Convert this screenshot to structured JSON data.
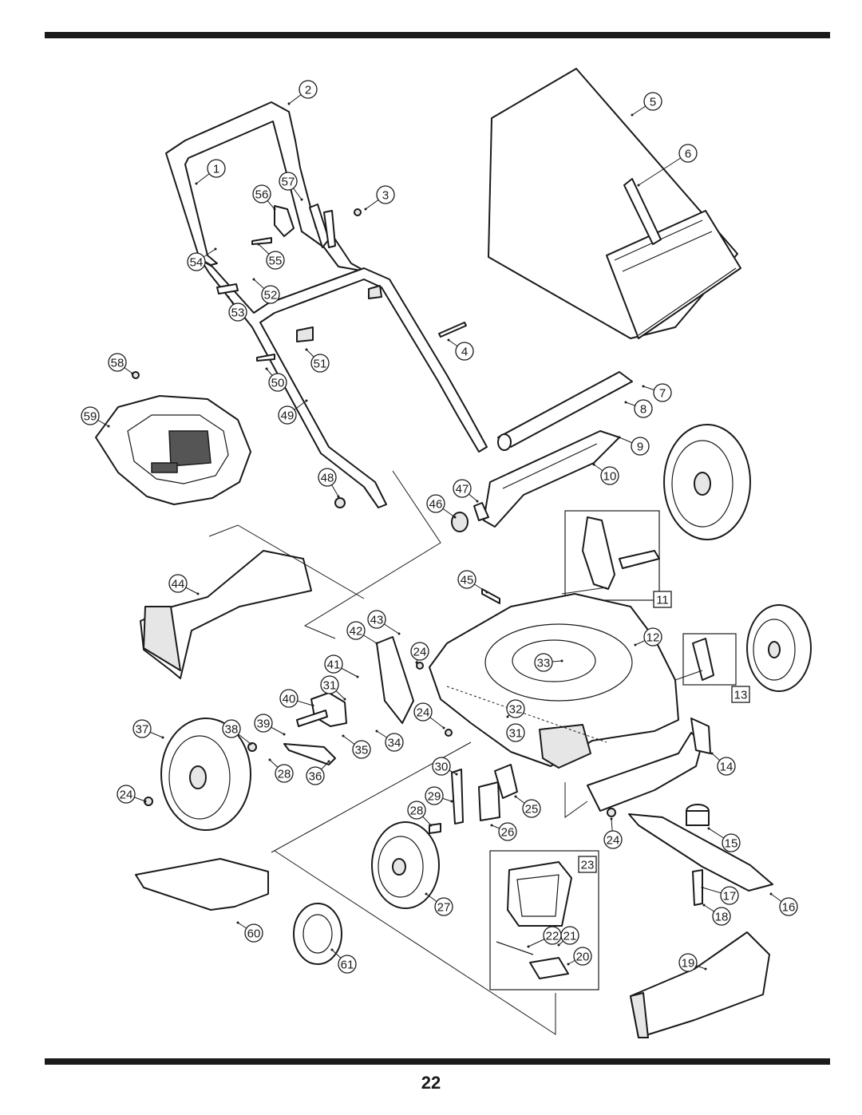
{
  "page": {
    "number": "22"
  },
  "callouts": [
    {
      "id": "c1",
      "label": "1",
      "boxed": false
    },
    {
      "id": "c2",
      "label": "2",
      "boxed": false
    },
    {
      "id": "c3",
      "label": "3",
      "boxed": false
    },
    {
      "id": "c4",
      "label": "4",
      "boxed": false
    },
    {
      "id": "c5",
      "label": "5",
      "boxed": false
    },
    {
      "id": "c6",
      "label": "6",
      "boxed": false
    },
    {
      "id": "c7",
      "label": "7",
      "boxed": false
    },
    {
      "id": "c8",
      "label": "8",
      "boxed": false
    },
    {
      "id": "c9",
      "label": "9",
      "boxed": false
    },
    {
      "id": "c10",
      "label": "10",
      "boxed": false
    },
    {
      "id": "c11",
      "label": "11",
      "boxed": true
    },
    {
      "id": "c12",
      "label": "12",
      "boxed": false
    },
    {
      "id": "c13",
      "label": "13",
      "boxed": true
    },
    {
      "id": "c14",
      "label": "14",
      "boxed": false
    },
    {
      "id": "c15",
      "label": "15",
      "boxed": false
    },
    {
      "id": "c16",
      "label": "16",
      "boxed": false
    },
    {
      "id": "c17",
      "label": "17",
      "boxed": false
    },
    {
      "id": "c18",
      "label": "18",
      "boxed": false
    },
    {
      "id": "c19",
      "label": "19",
      "boxed": false
    },
    {
      "id": "c20",
      "label": "20",
      "boxed": false
    },
    {
      "id": "c21",
      "label": "21",
      "boxed": false
    },
    {
      "id": "c22",
      "label": "22",
      "boxed": false
    },
    {
      "id": "c23",
      "label": "23",
      "boxed": true
    },
    {
      "id": "c24a",
      "label": "24",
      "boxed": false
    },
    {
      "id": "c24b",
      "label": "24",
      "boxed": false
    },
    {
      "id": "c24c",
      "label": "24",
      "boxed": false
    },
    {
      "id": "c24d",
      "label": "24",
      "boxed": false
    },
    {
      "id": "c25",
      "label": "25",
      "boxed": false
    },
    {
      "id": "c26",
      "label": "26",
      "boxed": false
    },
    {
      "id": "c27",
      "label": "27",
      "boxed": false
    },
    {
      "id": "c28a",
      "label": "28",
      "boxed": false
    },
    {
      "id": "c28b",
      "label": "28",
      "boxed": false
    },
    {
      "id": "c29",
      "label": "29",
      "boxed": false
    },
    {
      "id": "c30",
      "label": "30",
      "boxed": false
    },
    {
      "id": "c31a",
      "label": "31",
      "boxed": false
    },
    {
      "id": "c31b",
      "label": "31",
      "boxed": false
    },
    {
      "id": "c32",
      "label": "32",
      "boxed": false
    },
    {
      "id": "c33",
      "label": "33",
      "boxed": false
    },
    {
      "id": "c34",
      "label": "34",
      "boxed": false
    },
    {
      "id": "c35",
      "label": "35",
      "boxed": false
    },
    {
      "id": "c36",
      "label": "36",
      "boxed": false
    },
    {
      "id": "c37",
      "label": "37",
      "boxed": false
    },
    {
      "id": "c38",
      "label": "38",
      "boxed": false
    },
    {
      "id": "c39",
      "label": "39",
      "boxed": false
    },
    {
      "id": "c40",
      "label": "40",
      "boxed": false
    },
    {
      "id": "c41",
      "label": "41",
      "boxed": false
    },
    {
      "id": "c42",
      "label": "42",
      "boxed": false
    },
    {
      "id": "c43",
      "label": "43",
      "boxed": false
    },
    {
      "id": "c44",
      "label": "44",
      "boxed": false
    },
    {
      "id": "c45",
      "label": "45",
      "boxed": false
    },
    {
      "id": "c46",
      "label": "46",
      "boxed": false
    },
    {
      "id": "c47",
      "label": "47",
      "boxed": false
    },
    {
      "id": "c48",
      "label": "48",
      "boxed": false
    },
    {
      "id": "c49",
      "label": "49",
      "boxed": false
    },
    {
      "id": "c50",
      "label": "50",
      "boxed": false
    },
    {
      "id": "c51",
      "label": "51",
      "boxed": false
    },
    {
      "id": "c52",
      "label": "52",
      "boxed": false
    },
    {
      "id": "c53",
      "label": "53",
      "boxed": false
    },
    {
      "id": "c54",
      "label": "54",
      "boxed": false
    },
    {
      "id": "c55",
      "label": "55",
      "boxed": false
    },
    {
      "id": "c56",
      "label": "56",
      "boxed": false
    },
    {
      "id": "c57",
      "label": "57",
      "boxed": false
    },
    {
      "id": "c58",
      "label": "58",
      "boxed": false
    },
    {
      "id": "c59",
      "label": "59",
      "boxed": false
    },
    {
      "id": "c60",
      "label": "60",
      "boxed": false
    },
    {
      "id": "c61",
      "label": "61",
      "boxed": false
    }
  ]
}
